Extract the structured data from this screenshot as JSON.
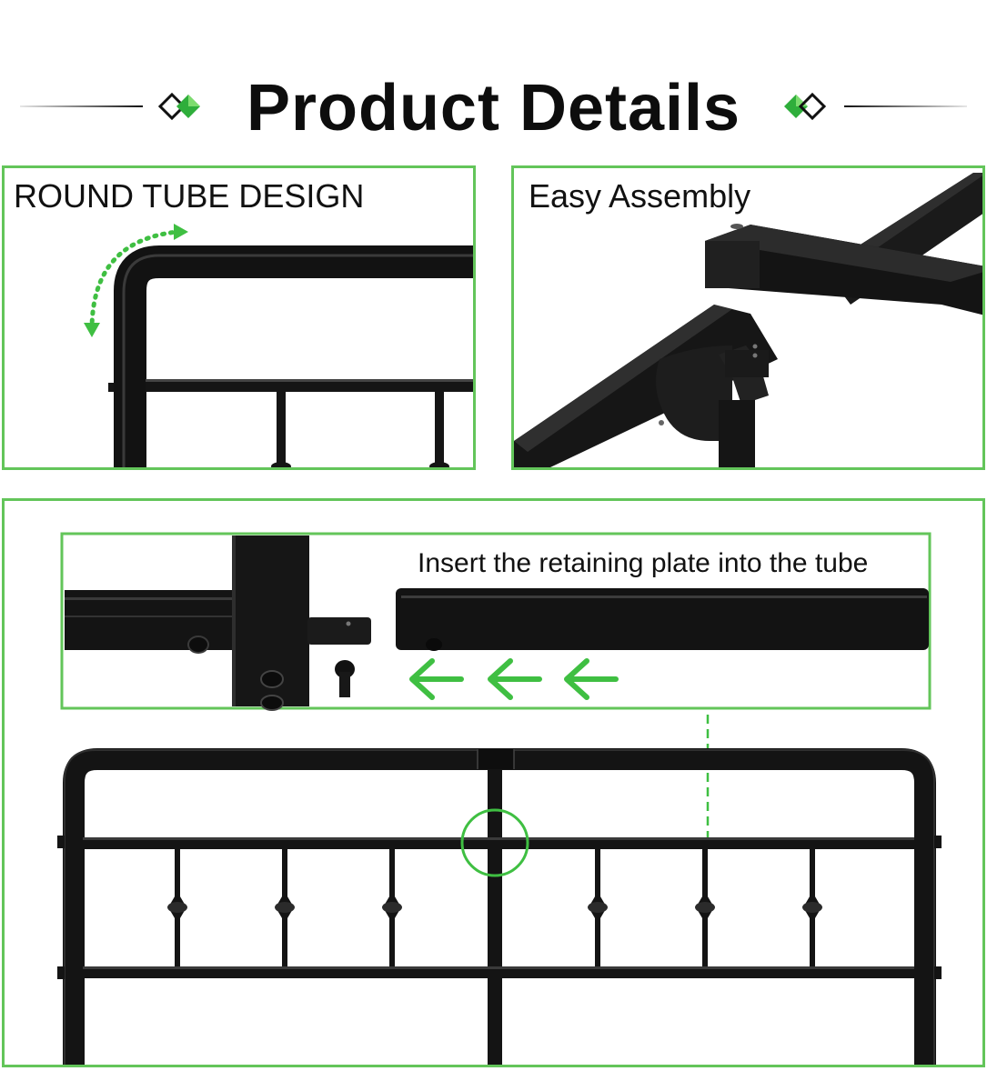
{
  "header": {
    "title": "Product Details"
  },
  "panels": {
    "round_tube": {
      "label": "ROUND TUBE DESIGN"
    },
    "assembly": {
      "label": "Easy Assembly"
    },
    "retaining": {
      "label": "Insert the retaining plate into the tube"
    }
  },
  "colors": {
    "accent": "#63c55a",
    "metal": "#121212",
    "text": "#111111"
  },
  "icons": [
    "diamond-ornament-icon",
    "curved-arrow-icon",
    "left-arrow-icon",
    "screw-icon"
  ]
}
